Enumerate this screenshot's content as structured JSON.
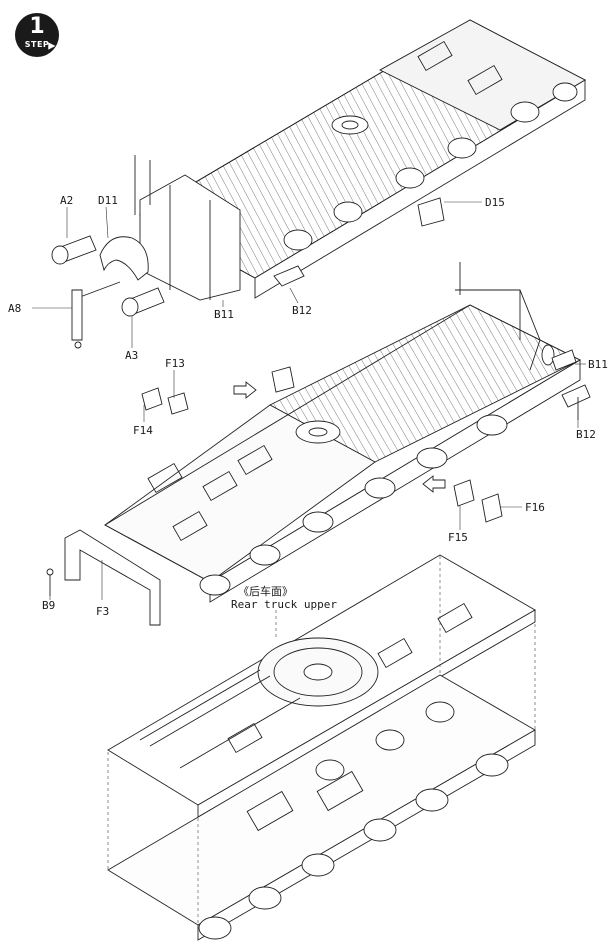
{
  "step": {
    "number": "1",
    "word": "STEP"
  },
  "caption": {
    "chinese": "《后车面》",
    "english": "Rear truck upper"
  },
  "labels": {
    "a2": "A2",
    "d11": "D11",
    "d15": "D15",
    "a8": "A8",
    "b11_top": "B11",
    "b12_top": "B12",
    "a3": "A3",
    "f13": "F13",
    "f14": "F14",
    "b11_mid": "B11",
    "b12_mid": "B12",
    "f15": "F15",
    "f16": "F16",
    "b9": "B9",
    "f3": "F3"
  }
}
